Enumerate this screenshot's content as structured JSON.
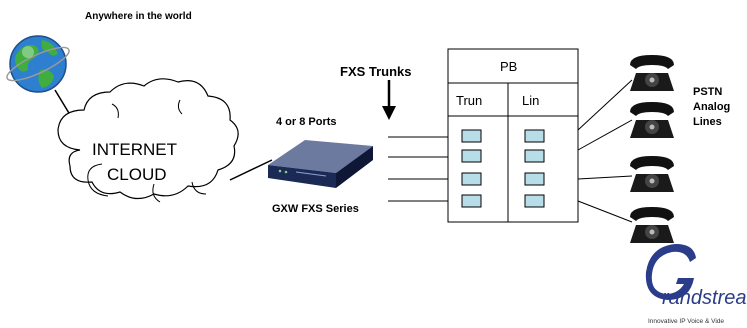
{
  "header": {
    "caption": "Anywhere in the world"
  },
  "cloud": {
    "line1": "INTERNET",
    "line2": "CLOUD",
    "text_color": "#2b39c8"
  },
  "ports": {
    "label": "4 or 8 Ports"
  },
  "gateway": {
    "label": "GXW FXS Series",
    "body_color": "#1a2a55"
  },
  "trunks": {
    "label": "FXS Trunks"
  },
  "pbx": {
    "title": "PB",
    "left_header": "Trun",
    "right_header": "Lin",
    "port_fill": "#b7dde8",
    "left_ports": 4,
    "right_ports": 4
  },
  "pstn": {
    "line1": "PSTN",
    "line2": "Analog",
    "line3": "Lines",
    "phone_count": 4
  },
  "logo": {
    "wordmark": "randstrean",
    "tagline": "Innovative IP Voice & Vide",
    "color": "#2a3c8a"
  },
  "colors": {
    "globe_blue": "#2f7fd0",
    "globe_green": "#3fae3f"
  }
}
